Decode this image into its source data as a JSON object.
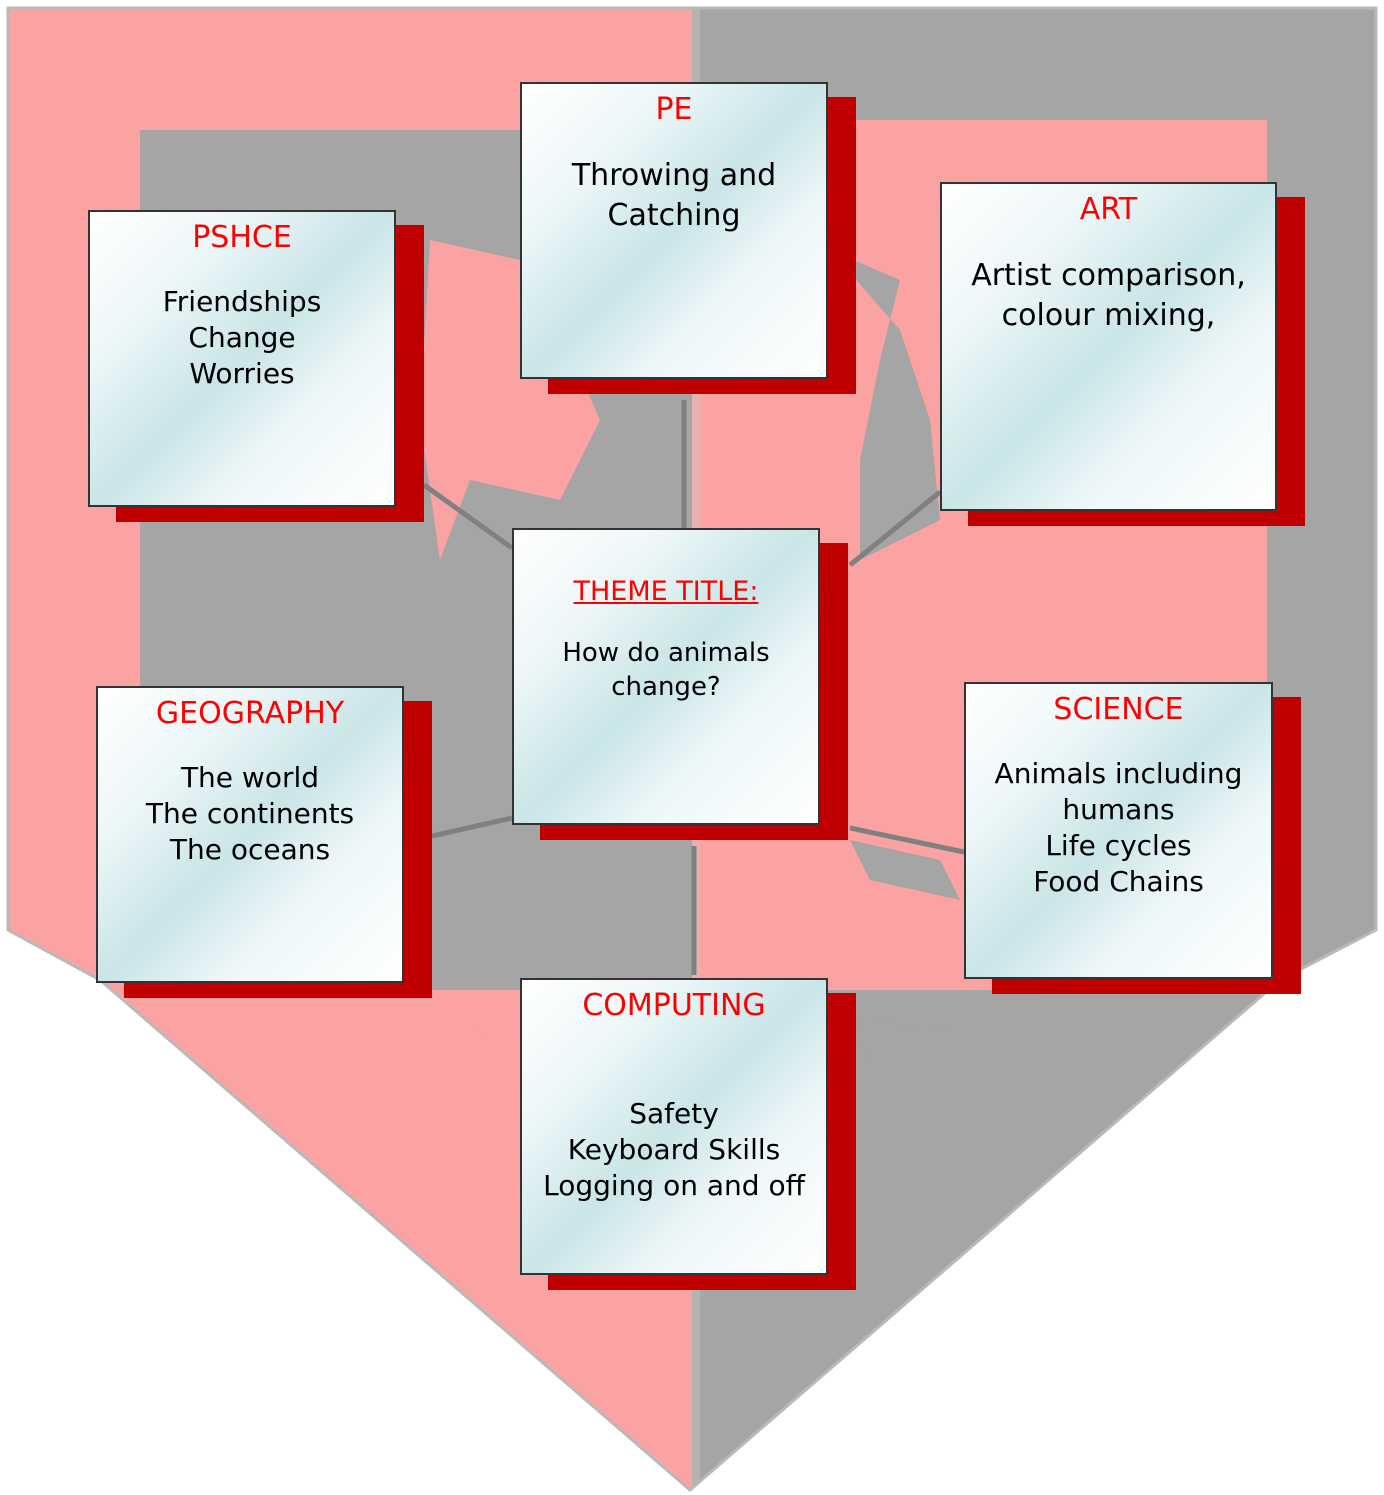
{
  "colors": {
    "shield_pink": "#fba2a2",
    "shield_grey": "#a5a5a5",
    "heading_red": "#ff0000",
    "shadow_red": "#c00000",
    "connector_grey": "#808080"
  },
  "center": {
    "title": "THEME TITLE:",
    "body": "How do animals change?"
  },
  "subjects": {
    "pe": {
      "title": "PE",
      "body": "Throwing and\nCatching"
    },
    "pshce": {
      "title": "PSHCE",
      "body": "Friendships\nChange\nWorries"
    },
    "art": {
      "title": "ART",
      "body": "Artist comparison,\ncolour mixing,"
    },
    "geography": {
      "title": "GEOGRAPHY",
      "body": "The world\nThe continents\nThe oceans"
    },
    "science": {
      "title": "SCIENCE",
      "body": "Animals including\nhumans\nLife cycles\nFood Chains"
    },
    "computing": {
      "title": "COMPUTING",
      "body": "Safety\nKeyboard Skills\nLogging on and off"
    }
  }
}
